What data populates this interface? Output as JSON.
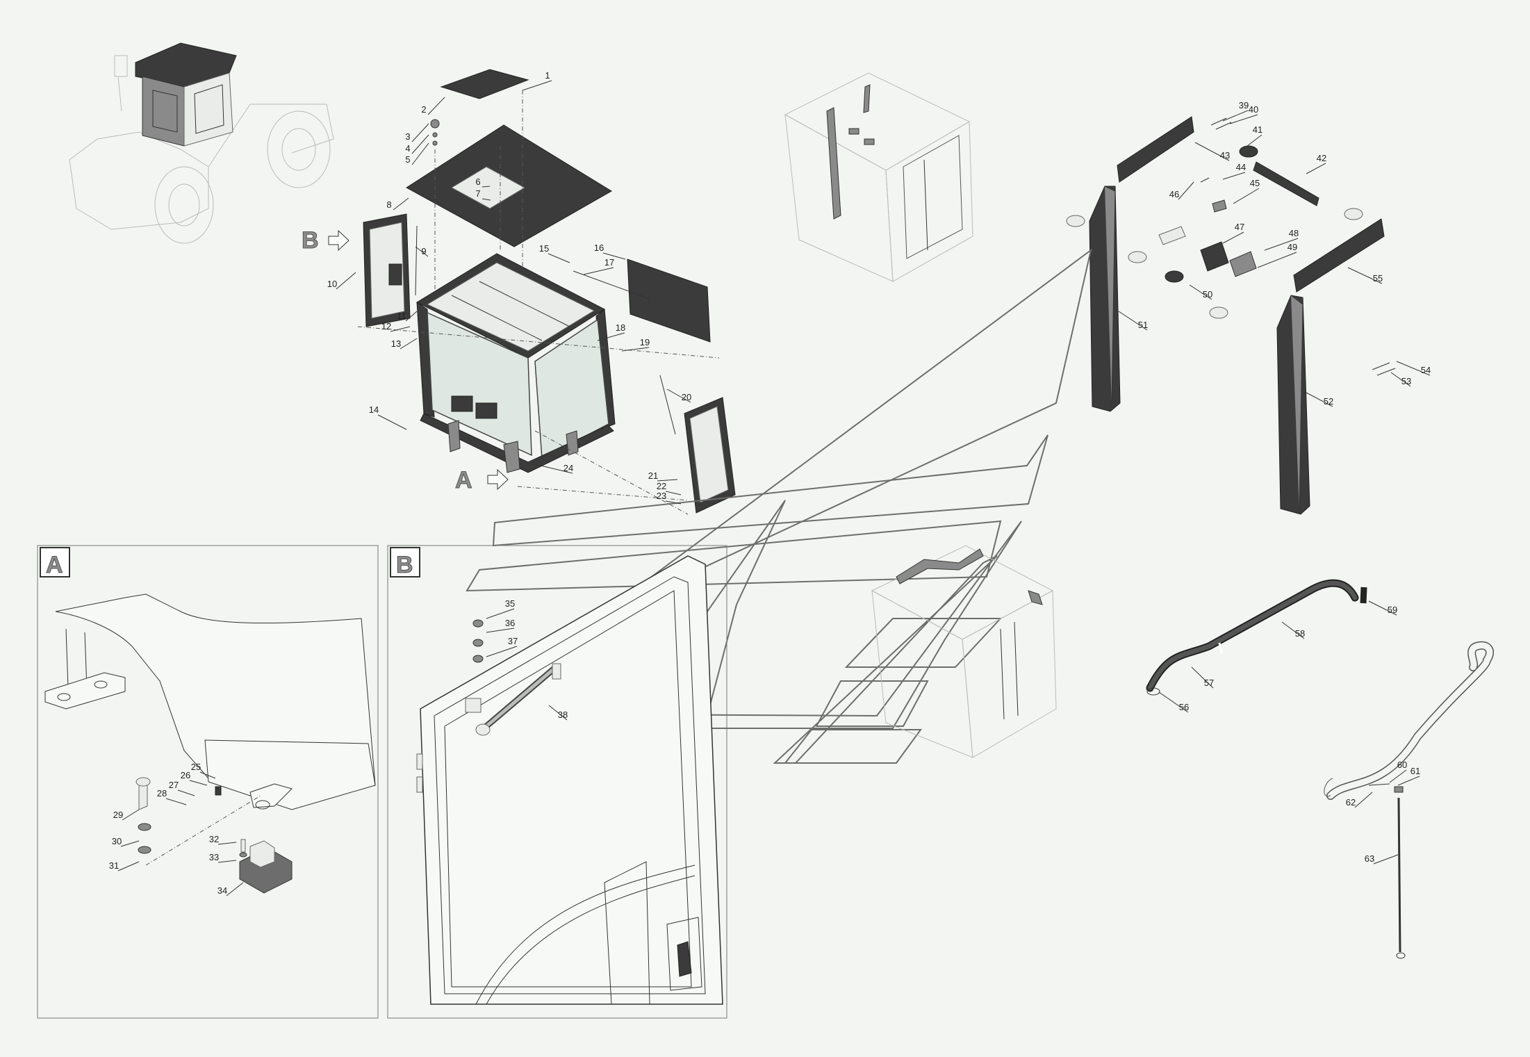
{
  "callouts": [
    "1",
    "2",
    "3",
    "4",
    "5",
    "6",
    "7",
    "8",
    "9",
    "10",
    "11",
    "12",
    "13",
    "14",
    "15",
    "16",
    "17",
    "18",
    "19",
    "20",
    "21",
    "22",
    "23",
    "24",
    "25",
    "26",
    "27",
    "28",
    "29",
    "30",
    "31",
    "32",
    "33",
    "34",
    "35",
    "36",
    "37",
    "38",
    "39",
    "40",
    "41",
    "42",
    "43",
    "44",
    "45",
    "46",
    "47",
    "48",
    "49",
    "50",
    "51",
    "52",
    "53",
    "54",
    "55",
    "56",
    "57",
    "58",
    "59",
    "60",
    "61",
    "62",
    "63"
  ],
  "views": {
    "a": {
      "letter": "A"
    },
    "b": {
      "letter": "B"
    }
  },
  "colors": {
    "background": "#f2f5f1",
    "parts_dark": "#3b3b3b",
    "view_letter": "#8c8c8c",
    "frame": "#6d6d6d"
  }
}
